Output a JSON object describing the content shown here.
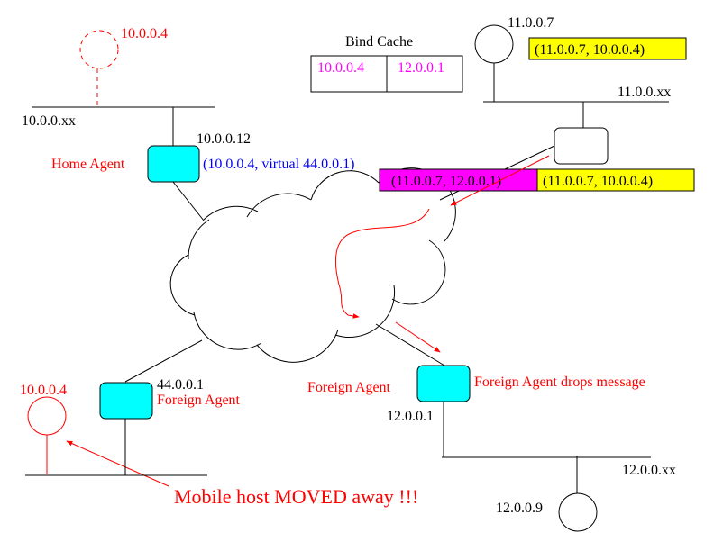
{
  "colors": {
    "router_fill": "#00ffff",
    "annotation": "#ff0000",
    "binding": "#0000ff",
    "cache_text": "#ff00ff",
    "packet_tunnel_bg": "#ff00ff",
    "packet_orig_bg": "#ffff00"
  },
  "home_network": {
    "subnet_label": "10.0.0.xx",
    "ghost_host_label": "10.0.0.4",
    "home_agent": {
      "name": "Home Agent",
      "address": "10.0.0.12",
      "binding": "(10.0.0.4,  virtual 44.0.0.1)"
    }
  },
  "bind_cache": {
    "title": "Bind Cache",
    "entries": [
      {
        "home": "10.0.0.4",
        "care_of": "12.0.0.1"
      }
    ]
  },
  "correspondent_network": {
    "subnet_label": "11.0.0.xx",
    "host_label": "11.0.0.7",
    "original_packet": "(11.0.0.7, 10.0.0.4)"
  },
  "tunneled_packet": {
    "outer": "(11.0.0.7, 12.0.0.1)",
    "inner": "(11.0.0.7, 10.0.0.4)"
  },
  "foreign_network_44": {
    "agent_address": "44.0.0.1",
    "agent_name": "Foreign Agent",
    "mobile_host_label": "10.0.0.4",
    "moved_note": "Mobile host MOVED away !!!"
  },
  "foreign_network_12": {
    "agent_name": "Foreign Agent",
    "agent_address": "12.0.0.1",
    "drop_note": "Foreign Agent drops message",
    "subnet_label": "12.0.0.xx",
    "host_label": "12.0.0.9"
  }
}
